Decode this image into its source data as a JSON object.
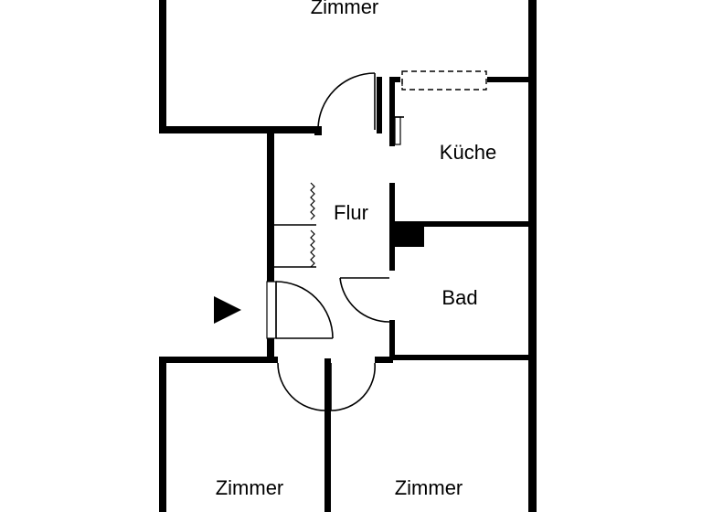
{
  "rooms": {
    "top_room": "Zimmer",
    "kitchen": "Küche",
    "hall": "Flur",
    "bath": "Bad",
    "bottom_left_room": "Zimmer",
    "bottom_right_room": "Zimmer"
  },
  "colors": {
    "walls": "#000000",
    "background": "#ffffff"
  }
}
